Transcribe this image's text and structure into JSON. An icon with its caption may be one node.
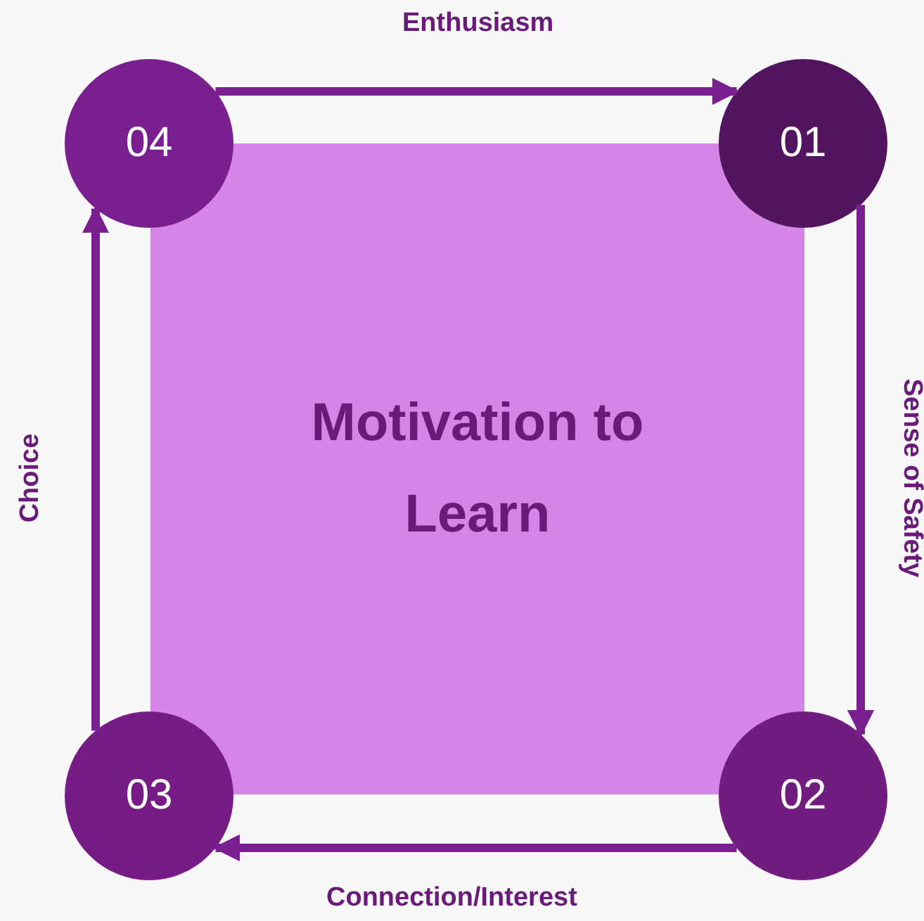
{
  "diagram": {
    "nodes": [
      {
        "text": [
          "Motivation to Learn"
        ]
      },
      {
        "text": [
          "01"
        ]
      },
      {
        "text": [
          "02"
        ]
      },
      {
        "text": [
          "03"
        ]
      },
      {
        "text": [
          "04"
        ]
      }
    ],
    "edges": [
      {
        "from": 4,
        "to": 1,
        "arrow": "to",
        "label": "Enthusiasm"
      },
      {
        "from": 1,
        "to": 2,
        "arrow": "to",
        "label": "Sense of Safety"
      },
      {
        "from": 2,
        "to": 3,
        "arrow": "to",
        "label": "Connection/Interest"
      },
      {
        "from": 3,
        "to": 4,
        "arrow": "to",
        "label": "Choice"
      }
    ]
  }
}
